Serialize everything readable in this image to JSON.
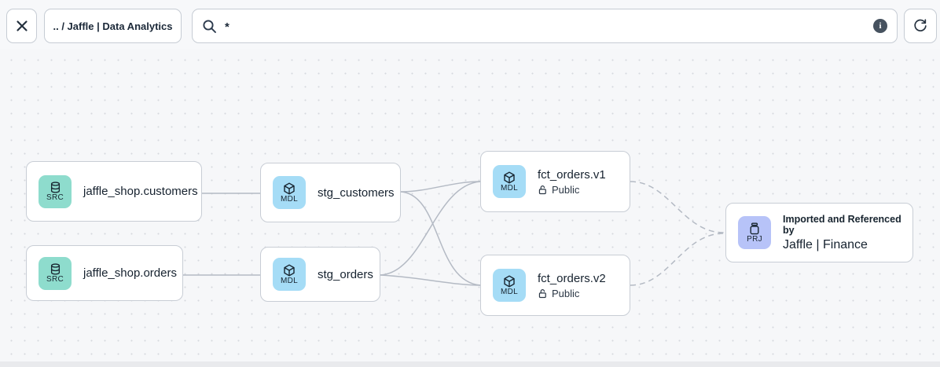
{
  "toolbar": {
    "breadcrumb": ".. / Jaffle | Data Analytics",
    "search": {
      "value": "*",
      "placeholder": ""
    },
    "icons": {
      "close": "close-icon",
      "search": "search-icon",
      "info": "info-icon",
      "refresh": "refresh-icon"
    }
  },
  "graph": {
    "nodes": [
      {
        "id": "src_customers",
        "type": "source",
        "badge": "SRC",
        "label": "jaffle_shop.customers"
      },
      {
        "id": "src_orders",
        "type": "source",
        "badge": "SRC",
        "label": "jaffle_shop.orders"
      },
      {
        "id": "stg_customers",
        "type": "model",
        "badge": "MDL",
        "label": "stg_customers"
      },
      {
        "id": "stg_orders",
        "type": "model",
        "badge": "MDL",
        "label": "stg_orders"
      },
      {
        "id": "fct_orders_v1",
        "type": "model",
        "badge": "MDL",
        "label": "fct_orders.v1",
        "access": "Public"
      },
      {
        "id": "fct_orders_v2",
        "type": "model",
        "badge": "MDL",
        "label": "fct_orders.v2",
        "access": "Public"
      },
      {
        "id": "prj_finance",
        "type": "project",
        "badge": "PRJ",
        "caption": "Imported and Referenced by",
        "label": "Jaffle | Finance"
      }
    ],
    "edges": [
      {
        "from": "src_customers",
        "to": "stg_customers",
        "style": "solid"
      },
      {
        "from": "src_orders",
        "to": "stg_orders",
        "style": "solid"
      },
      {
        "from": "stg_customers",
        "to": "fct_orders_v1",
        "style": "solid"
      },
      {
        "from": "stg_customers",
        "to": "fct_orders_v2",
        "style": "solid"
      },
      {
        "from": "stg_orders",
        "to": "fct_orders_v1",
        "style": "solid"
      },
      {
        "from": "stg_orders",
        "to": "fct_orders_v2",
        "style": "solid"
      },
      {
        "from": "fct_orders_v1",
        "to": "prj_finance",
        "style": "dashed"
      },
      {
        "from": "fct_orders_v2",
        "to": "prj_finance",
        "style": "dashed"
      }
    ]
  },
  "colors": {
    "source_tile": "#8edccd",
    "model_tile": "#a5dcf6",
    "project_tile": "#b7c3f8",
    "edge": "#b4bac4",
    "text": "#16222f",
    "canvas": "#f6f7f9"
  }
}
